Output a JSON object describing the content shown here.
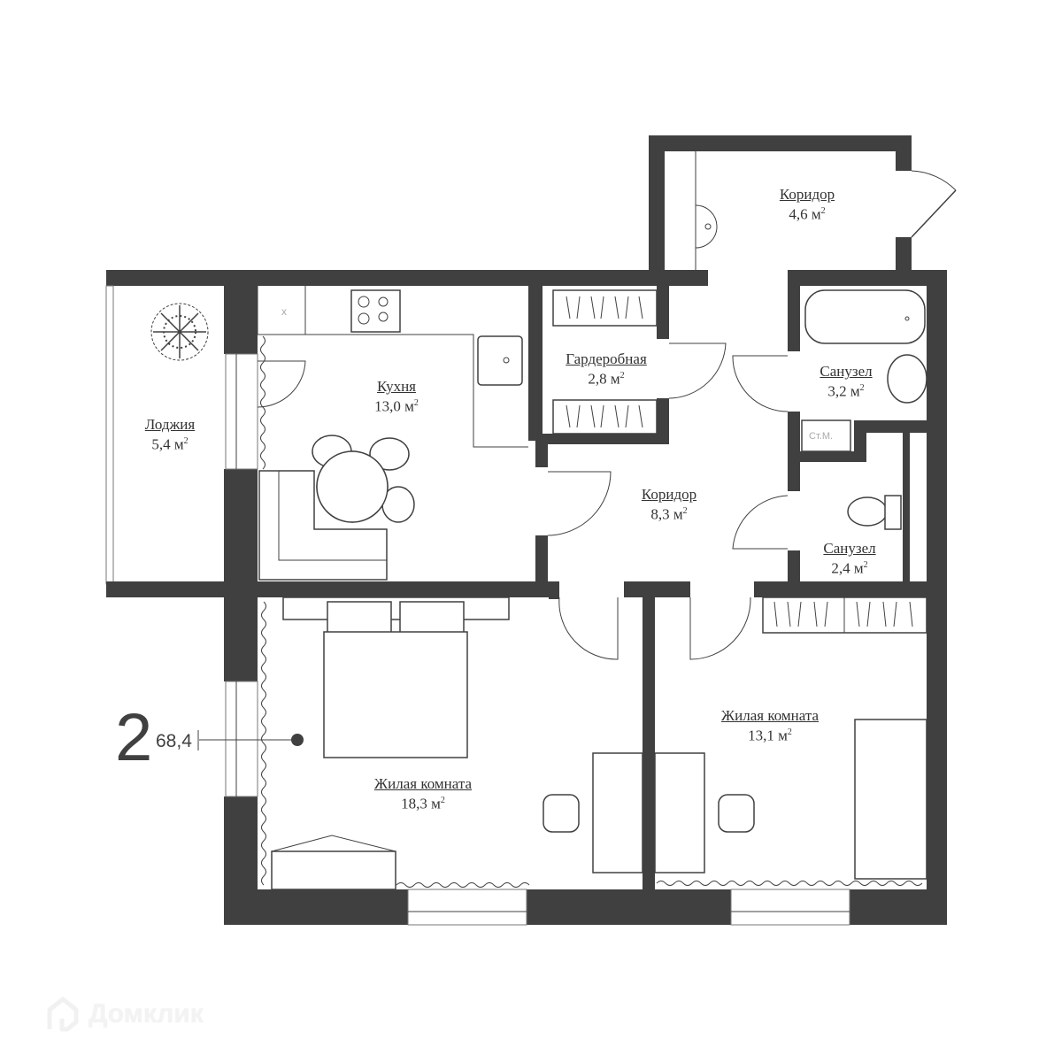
{
  "plan": {
    "rooms_count": "2",
    "total_area": "68,4",
    "rooms": [
      {
        "id": "corridor-entry",
        "name": "Коридор",
        "area": "4,6 м",
        "sup": "2"
      },
      {
        "id": "loggia",
        "name": "Лоджия",
        "area": "5,4 м",
        "sup": "2"
      },
      {
        "id": "kitchen",
        "name": "Кухня",
        "area": "13,0 м",
        "sup": "2"
      },
      {
        "id": "wardrobe",
        "name": "Гардеробная",
        "area": "2,8 м",
        "sup": "2"
      },
      {
        "id": "bathroom-1",
        "name": "Санузел",
        "area": "3,2 м",
        "sup": "2"
      },
      {
        "id": "corridor-main",
        "name": "Коридор",
        "area": "8,3 м",
        "sup": "2"
      },
      {
        "id": "bathroom-2",
        "name": "Санузел",
        "area": "2,4 м",
        "sup": "2"
      },
      {
        "id": "living-room-1",
        "name": "Жилая комната",
        "area": "18,3 м",
        "sup": "2"
      },
      {
        "id": "living-room-2",
        "name": "Жилая комната",
        "area": "13,1 м",
        "sup": "2"
      }
    ],
    "appliance_labels": {
      "washing_machine": "Ст.М."
    }
  },
  "watermark": {
    "brand": "Домклик",
    "icon": "house-logo-icon"
  },
  "colors": {
    "wall": "#404040",
    "background": "#ffffff"
  }
}
